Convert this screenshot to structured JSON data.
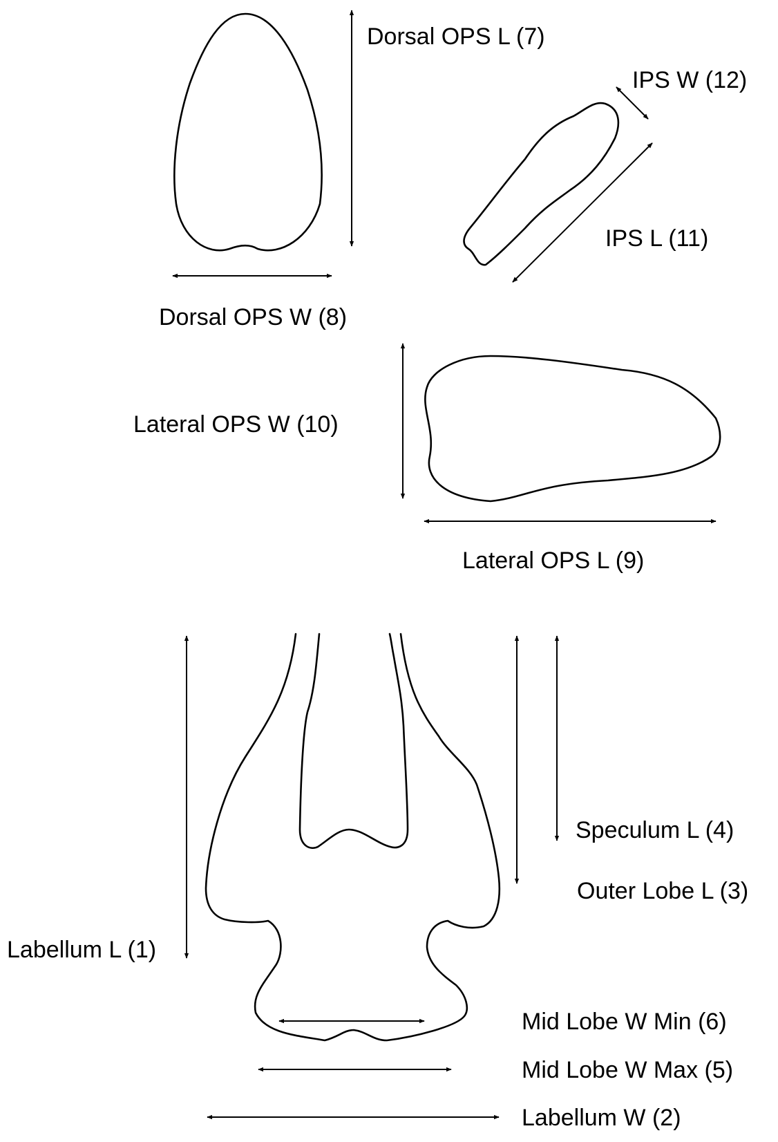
{
  "figure": {
    "labels": {
      "dorsal_ops_l": "Dorsal OPS L (7)",
      "ips_w": "IPS W (12)",
      "ips_l": "IPS L (11)",
      "dorsal_ops_w": "Dorsal OPS W (8)",
      "lateral_ops_w": "Lateral OPS W (10)",
      "lateral_ops_l": "Lateral OPS L (9)",
      "speculum_l": "Speculum L (4)",
      "outer_lobe_l": "Outer Lobe L (3)",
      "labellum_l": "Labellum L (1)",
      "mid_lobe_w_min": "Mid Lobe W Min (6)",
      "mid_lobe_w_max": "Mid Lobe W Max (5)",
      "labellum_w": "Labellum W (2)"
    },
    "colors": {
      "line": "#000000",
      "background": "#ffffff"
    }
  }
}
